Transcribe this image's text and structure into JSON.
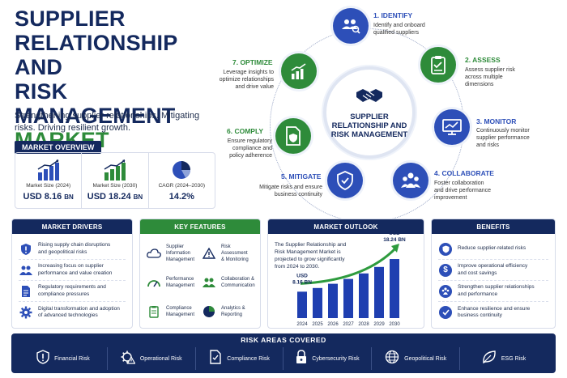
{
  "header": {
    "title_line1": "SUPPLIER",
    "title_line2": "RELATIONSHIP AND",
    "title_line3": "RISK MANAGEMENT",
    "title_line4": "MARKET",
    "tagline": "Strengthening supplier relationships. Mitigating risks. Driving resilient growth."
  },
  "overview": {
    "heading": "MARKET OVERVIEW",
    "items": [
      {
        "label": "Market Size (2024)",
        "value": "USD 8.16",
        "unit": "BN",
        "icon": "bar-chart-up-icon"
      },
      {
        "label": "Market Size (2030)",
        "value": "USD 18.24",
        "unit": "BN",
        "icon": "bar-chart-up-icon"
      },
      {
        "label": "CAGR (2024–2030)",
        "value": "14.2%",
        "unit": "",
        "icon": "pie-chart-icon"
      }
    ]
  },
  "cycle": {
    "center": "SUPPLIER RELATIONSHIP AND RISK MANAGEMENT",
    "steps": [
      {
        "title": "1. IDENTIFY",
        "desc_l1": "Identify and onboard",
        "desc_l2": "qualified suppliers",
        "color": "blue"
      },
      {
        "title": "2. ASSESS",
        "desc_l1": "Assess supplier risk",
        "desc_l2": "across multiple",
        "desc_l3": "dimensions",
        "color": "green"
      },
      {
        "title": "3. MONITOR",
        "desc_l1": "Continuously monitor",
        "desc_l2": "supplier performance",
        "desc_l3": "and risks",
        "color": "blue"
      },
      {
        "title": "4. COLLABORATE",
        "desc_l1": "Foster collaboration",
        "desc_l2": "and drive performance",
        "desc_l3": "improvement",
        "color": "blue"
      },
      {
        "title": "5. MITIGATE",
        "desc_l1": "Mitigate risks and ensure",
        "desc_l2": "business continuity",
        "color": "blue"
      },
      {
        "title": "6. COMPLY",
        "desc_l1": "Ensure regulatory",
        "desc_l2": "compliance and",
        "desc_l3": "policy adherence",
        "color": "green"
      },
      {
        "title": "7. OPTIMIZE",
        "desc_l1": "Leverage insights to",
        "desc_l2": "optimize relationships",
        "desc_l3": "and drive value",
        "color": "green"
      }
    ]
  },
  "drivers": {
    "heading": "MARKET DRIVERS",
    "items": [
      {
        "l1": "Rising supply chain disruptions",
        "l2": "and geopolitical risks"
      },
      {
        "l1": "Increasing focus on supplier",
        "l2": "performance and value creation"
      },
      {
        "l1": "Regulatory requirements and",
        "l2": "compliance pressures"
      },
      {
        "l1": "Digital transformation and adoption",
        "l2": "of advanced technologies"
      }
    ]
  },
  "features": {
    "heading": "KEY FEATURES",
    "items": [
      {
        "l1": "Supplier",
        "l2": "Information",
        "l3": "Management"
      },
      {
        "l1": "Risk Assessment",
        "l2": "& Monitoring",
        "l3": ""
      },
      {
        "l1": "Performance",
        "l2": "Management",
        "l3": ""
      },
      {
        "l1": "Collaboration &",
        "l2": "Communication",
        "l3": ""
      },
      {
        "l1": "Compliance",
        "l2": "Management",
        "l3": ""
      },
      {
        "l1": "Analytics &",
        "l2": "Reporting",
        "l3": ""
      }
    ]
  },
  "outlook": {
    "heading": "MARKET OUTLOOK",
    "text_l1": "The Supplier Relationship and",
    "text_l2": "Risk Management Market is",
    "text_l3": "projected to grow significantly",
    "text_l4": "from 2024 to 2030.",
    "label_start_l1": "USD",
    "label_start_l2": "8.16 BN",
    "label_end_l1": "USD",
    "label_end_l2": "18.24 BN"
  },
  "chart_data": {
    "type": "bar",
    "categories": [
      "2024",
      "2025",
      "2026",
      "2027",
      "2028",
      "2029",
      "2030"
    ],
    "values": [
      8.16,
      9.3,
      10.6,
      12.1,
      13.8,
      15.8,
      18.24
    ],
    "ylim": [
      0,
      20
    ],
    "colors": {
      "bar": "#1f3fb0",
      "trend": "#2e9b3e"
    }
  },
  "benefits": {
    "heading": "BENEFITS",
    "items": [
      {
        "l1": "Reduce supplier-related risks",
        "l2": ""
      },
      {
        "l1": "Improve operational efficiency",
        "l2": "and cost savings"
      },
      {
        "l1": "Strengthen supplier relationships",
        "l2": "and performance"
      },
      {
        "l1": "Enhance resilience and ensure",
        "l2": "business continuity"
      }
    ]
  },
  "risk_areas": {
    "heading": "RISK AREAS  COVERED",
    "items": [
      {
        "label": "Financial Risk",
        "icon": "shield-alert-icon"
      },
      {
        "label": "Operational Risk",
        "icon": "gear-alert-icon"
      },
      {
        "label": "Compliance Risk",
        "icon": "document-check-icon"
      },
      {
        "label": "Cybersecurity Risk",
        "icon": "lock-icon"
      },
      {
        "label": "Geopolitical Risk",
        "icon": "globe-icon"
      },
      {
        "label": "ESG Risk",
        "icon": "leaf-icon"
      }
    ]
  },
  "colors": {
    "navy": "#14295e",
    "blue": "#2d4fb8",
    "green": "#2e8b3a"
  }
}
